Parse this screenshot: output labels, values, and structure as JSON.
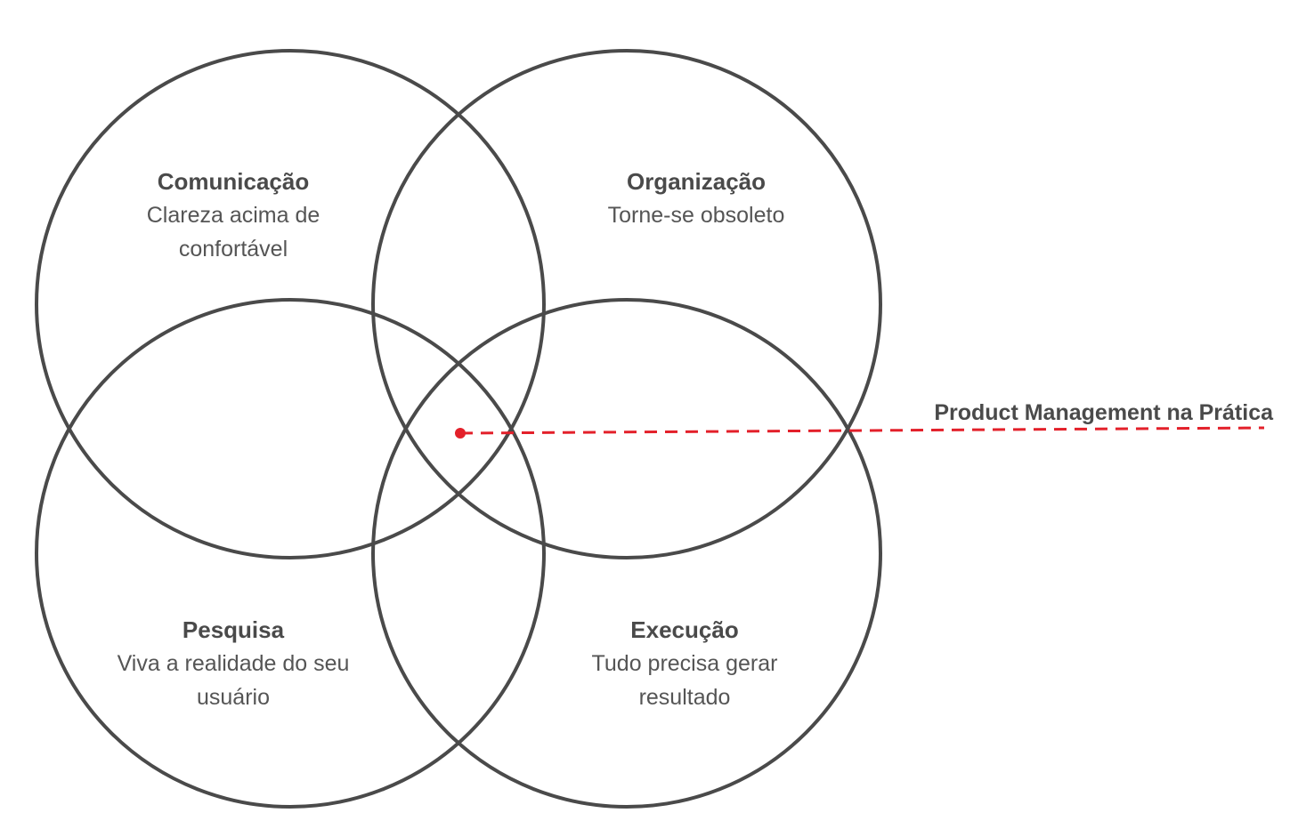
{
  "quadrants": {
    "comunicacao": {
      "title": "Comunicação",
      "line1": "Clareza acima de",
      "line2": "confortável"
    },
    "organizacao": {
      "title": "Organização",
      "line1": "Torne-se obsoleto",
      "line2": ""
    },
    "pesquisa": {
      "title": "Pesquisa",
      "line1": "Viva a realidade do seu",
      "line2": "usuário"
    },
    "execucao": {
      "title": "Execução",
      "line1": "Tudo precisa gerar",
      "line2": "resultado"
    }
  },
  "center_label": "Product Management na Prática",
  "colors": {
    "circle_stroke": "#4a4a4a",
    "accent": "#e3202a",
    "text": "#4a4a4a"
  }
}
